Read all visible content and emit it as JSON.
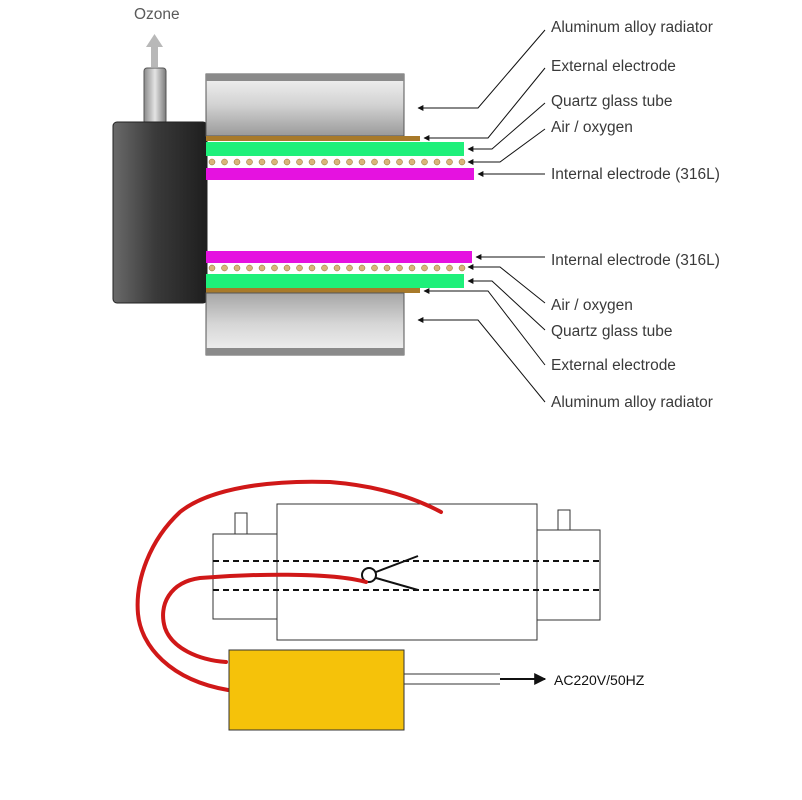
{
  "top_diagram": {
    "ozone_label": "Ozone",
    "labels_upper": [
      "Aluminum alloy radiator",
      "External electrode",
      "Quartz glass tube",
      "Air / oxygen",
      "Internal electrode (316L)"
    ],
    "labels_lower": [
      "Internal electrode (316L)",
      "Air / oxygen",
      "Quartz glass tube",
      "External electrode",
      "Aluminum alloy radiator"
    ]
  },
  "bottom_diagram": {
    "power_label": "AC220V/50HZ"
  },
  "colors": {
    "electrode_magenta": "#e512e0",
    "quartz_green": "#1ef07a",
    "external_electrode_brown": "#a87a2a",
    "radiator_gray": "#d6d6d6",
    "wire_red": "#d01818",
    "power_box_yellow": "#f5c20a",
    "bead_tan": "#d8b57a"
  }
}
